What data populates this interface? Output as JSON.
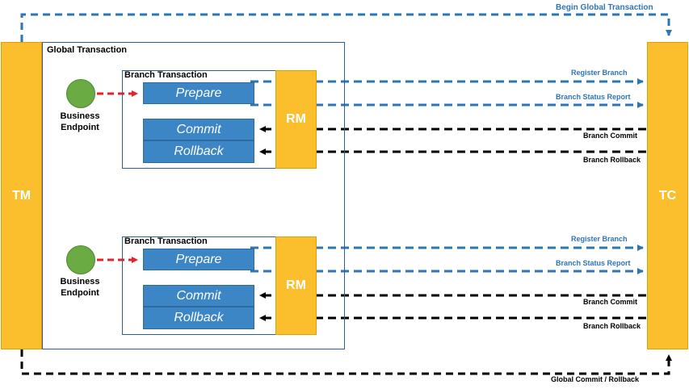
{
  "top": {
    "label": "Begin Global Transaction"
  },
  "bottom": {
    "label": "Global Commit / Rollback"
  },
  "tm": {
    "label": "TM"
  },
  "tc": {
    "label": "TC"
  },
  "global": {
    "label": "Global Transaction"
  },
  "branches": [
    {
      "title": "Branch Transaction",
      "endpoint": "Business\nEndpoint",
      "endpoint_line1": "Business",
      "endpoint_line2": "Endpoint",
      "prepare": "Prepare",
      "commit": "Commit",
      "rollback": "Rollback",
      "rm": "RM",
      "register": "Register Branch",
      "status": "Branch Status Report",
      "commit_label": "Branch Commit",
      "rollback_label": "Branch Rollback"
    },
    {
      "title": "Branch Transaction",
      "endpoint": "Business\nEndpoint",
      "endpoint_line1": "Business",
      "endpoint_line2": "Endpoint",
      "prepare": "Prepare",
      "commit": "Commit",
      "rollback": "Rollback",
      "rm": "RM",
      "register": "Register Branch",
      "status": "Branch Status Report",
      "commit_label": "Branch Commit",
      "rollback_label": "Branch Rollback"
    }
  ],
  "colors": {
    "blue": "#2e75b6",
    "black": "#000000",
    "red": "#e8202a",
    "yellow": "#fbbf2e",
    "green": "#6aab44"
  }
}
